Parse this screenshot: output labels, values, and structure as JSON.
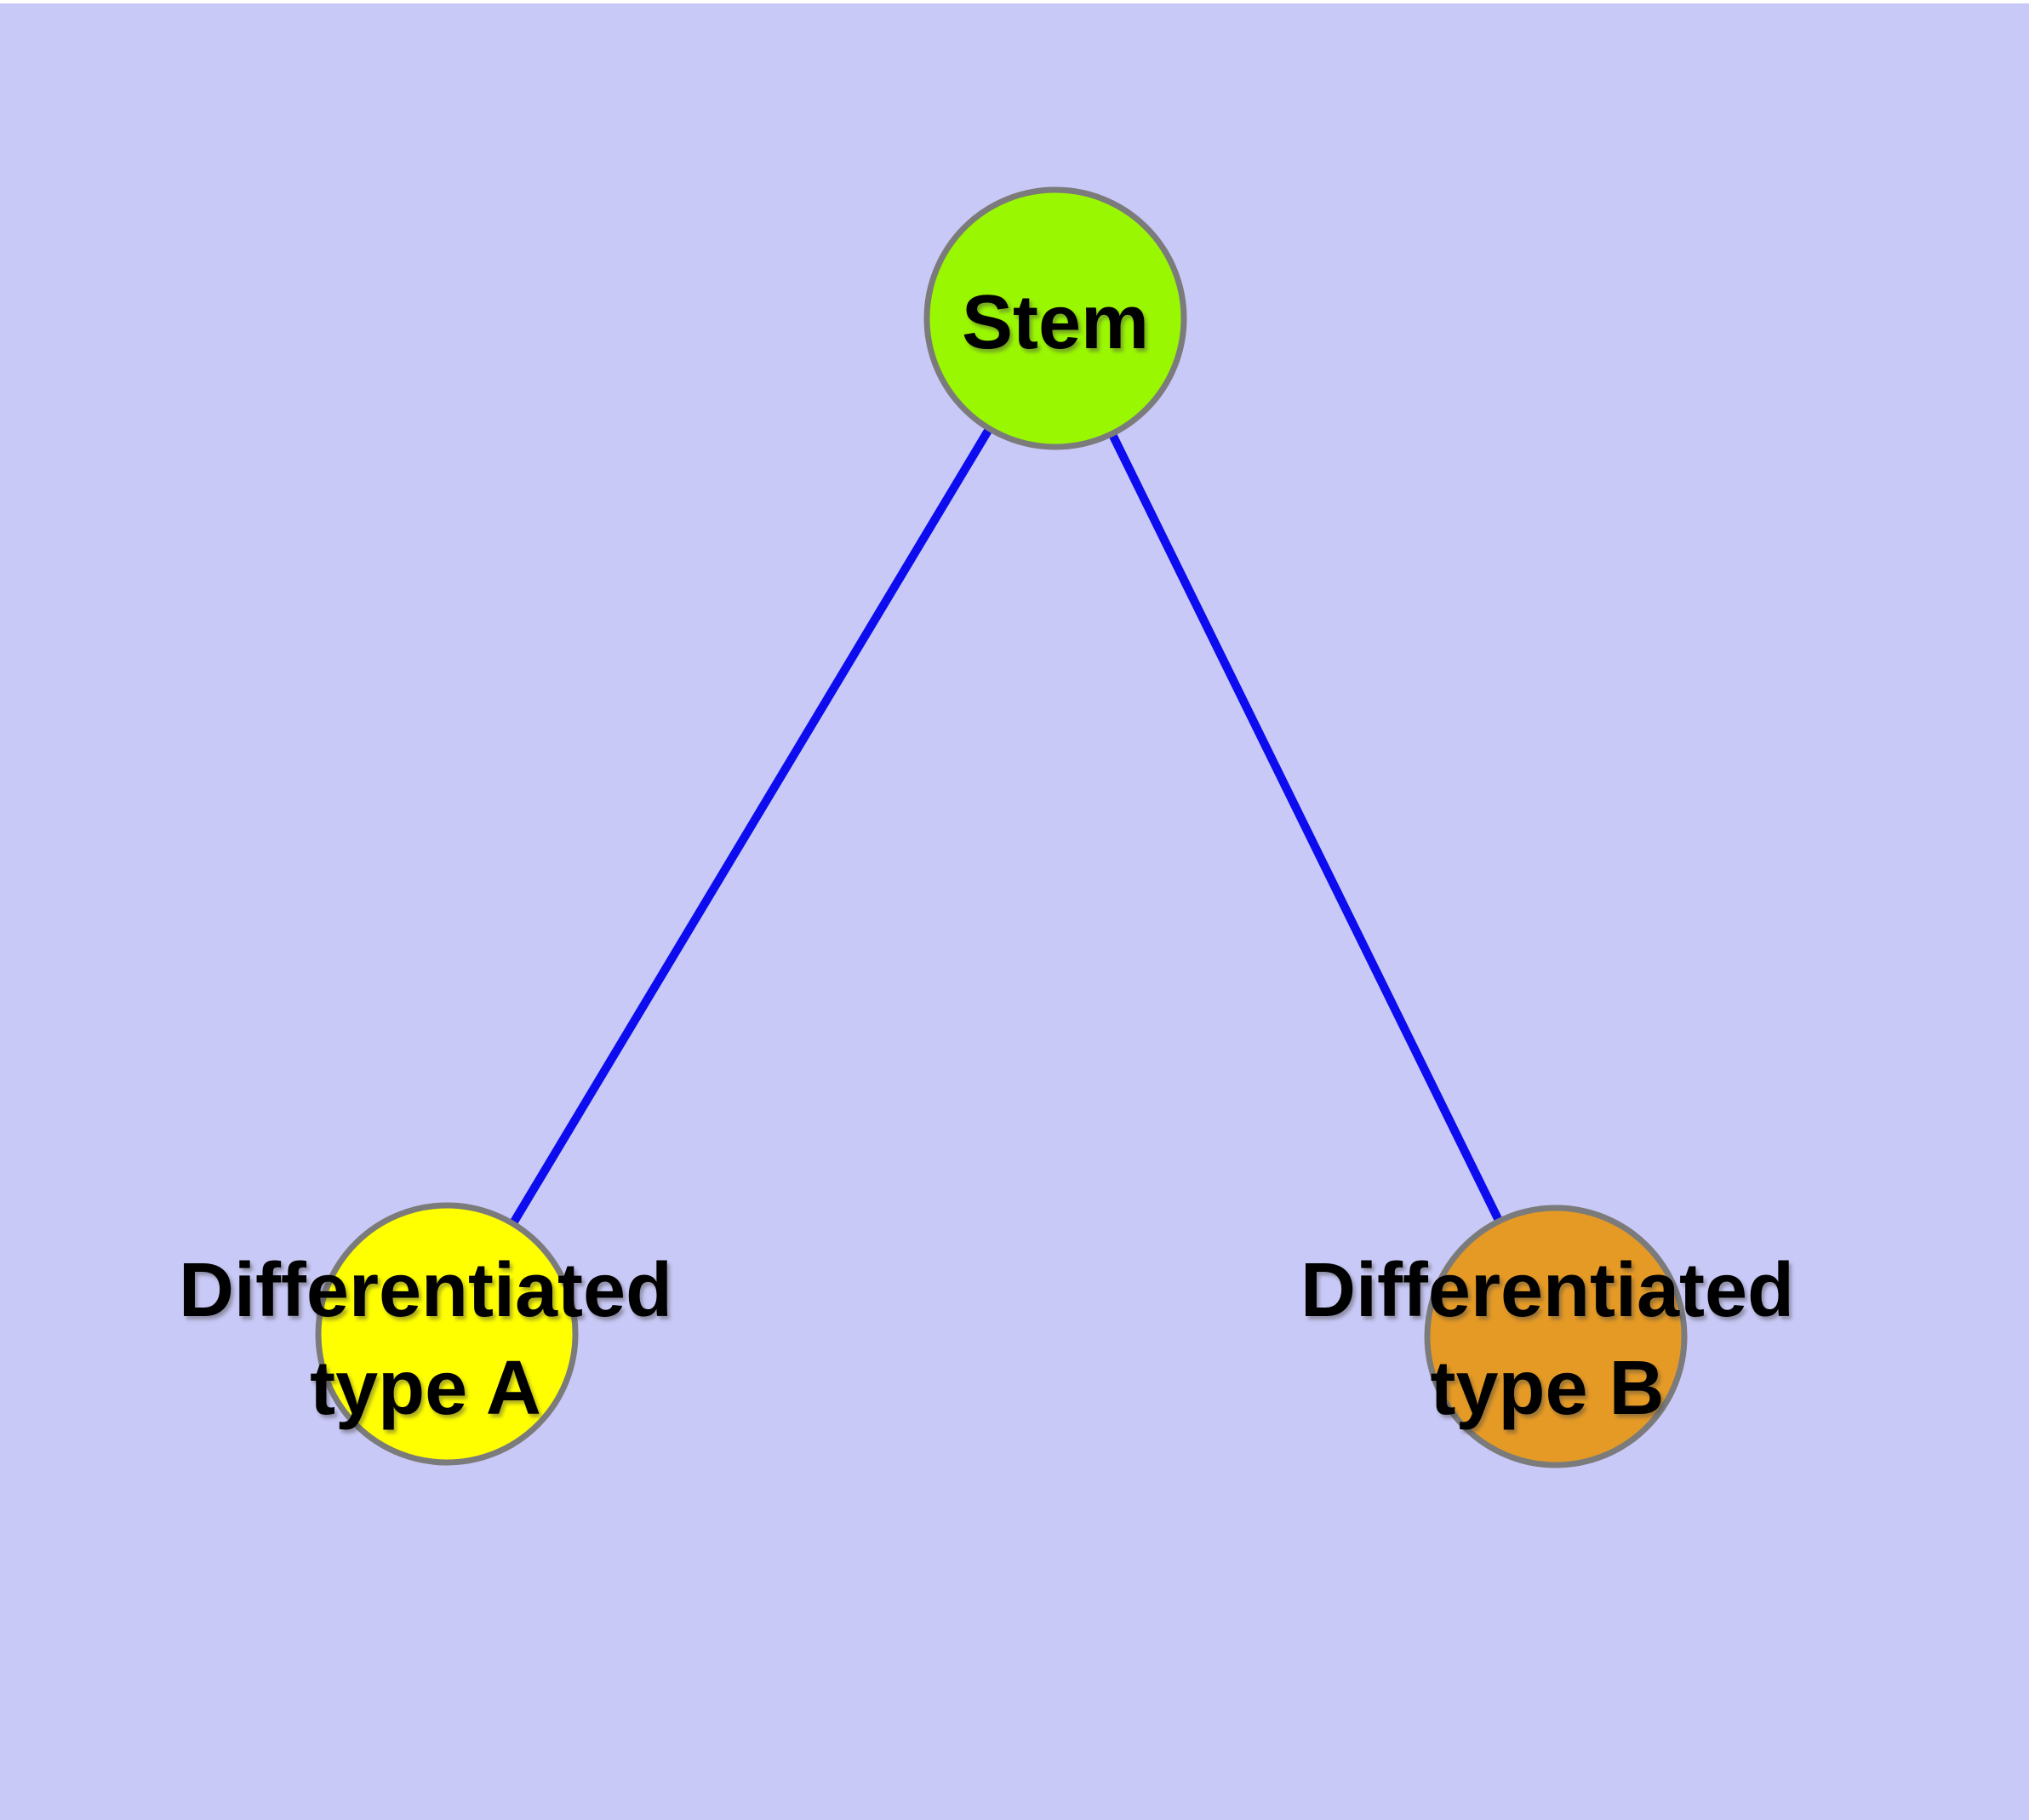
{
  "diagram": {
    "type": "graph",
    "description": "Stem cell differentiation diagram with one parent node connected to two child nodes",
    "edges": [
      {
        "from": "stem",
        "to": "type_a"
      },
      {
        "from": "stem",
        "to": "type_b"
      }
    ]
  },
  "colors": {
    "background": "#C9C9F7",
    "top_strip": "#FFFFFF",
    "edge": "#0C0CEE",
    "node_border": "#7B7B7B",
    "label_text": "#000000",
    "stem_fill": "#9AF702",
    "type_a_fill": "#FFFF00",
    "type_b_fill": "#E59A25"
  },
  "nodes": {
    "stem": {
      "label": "Stem"
    },
    "type_a": {
      "label_line1": "Differentiated",
      "label_line2": "type A"
    },
    "type_b": {
      "label_line1": "Differentiated",
      "label_line2": "type B"
    }
  }
}
